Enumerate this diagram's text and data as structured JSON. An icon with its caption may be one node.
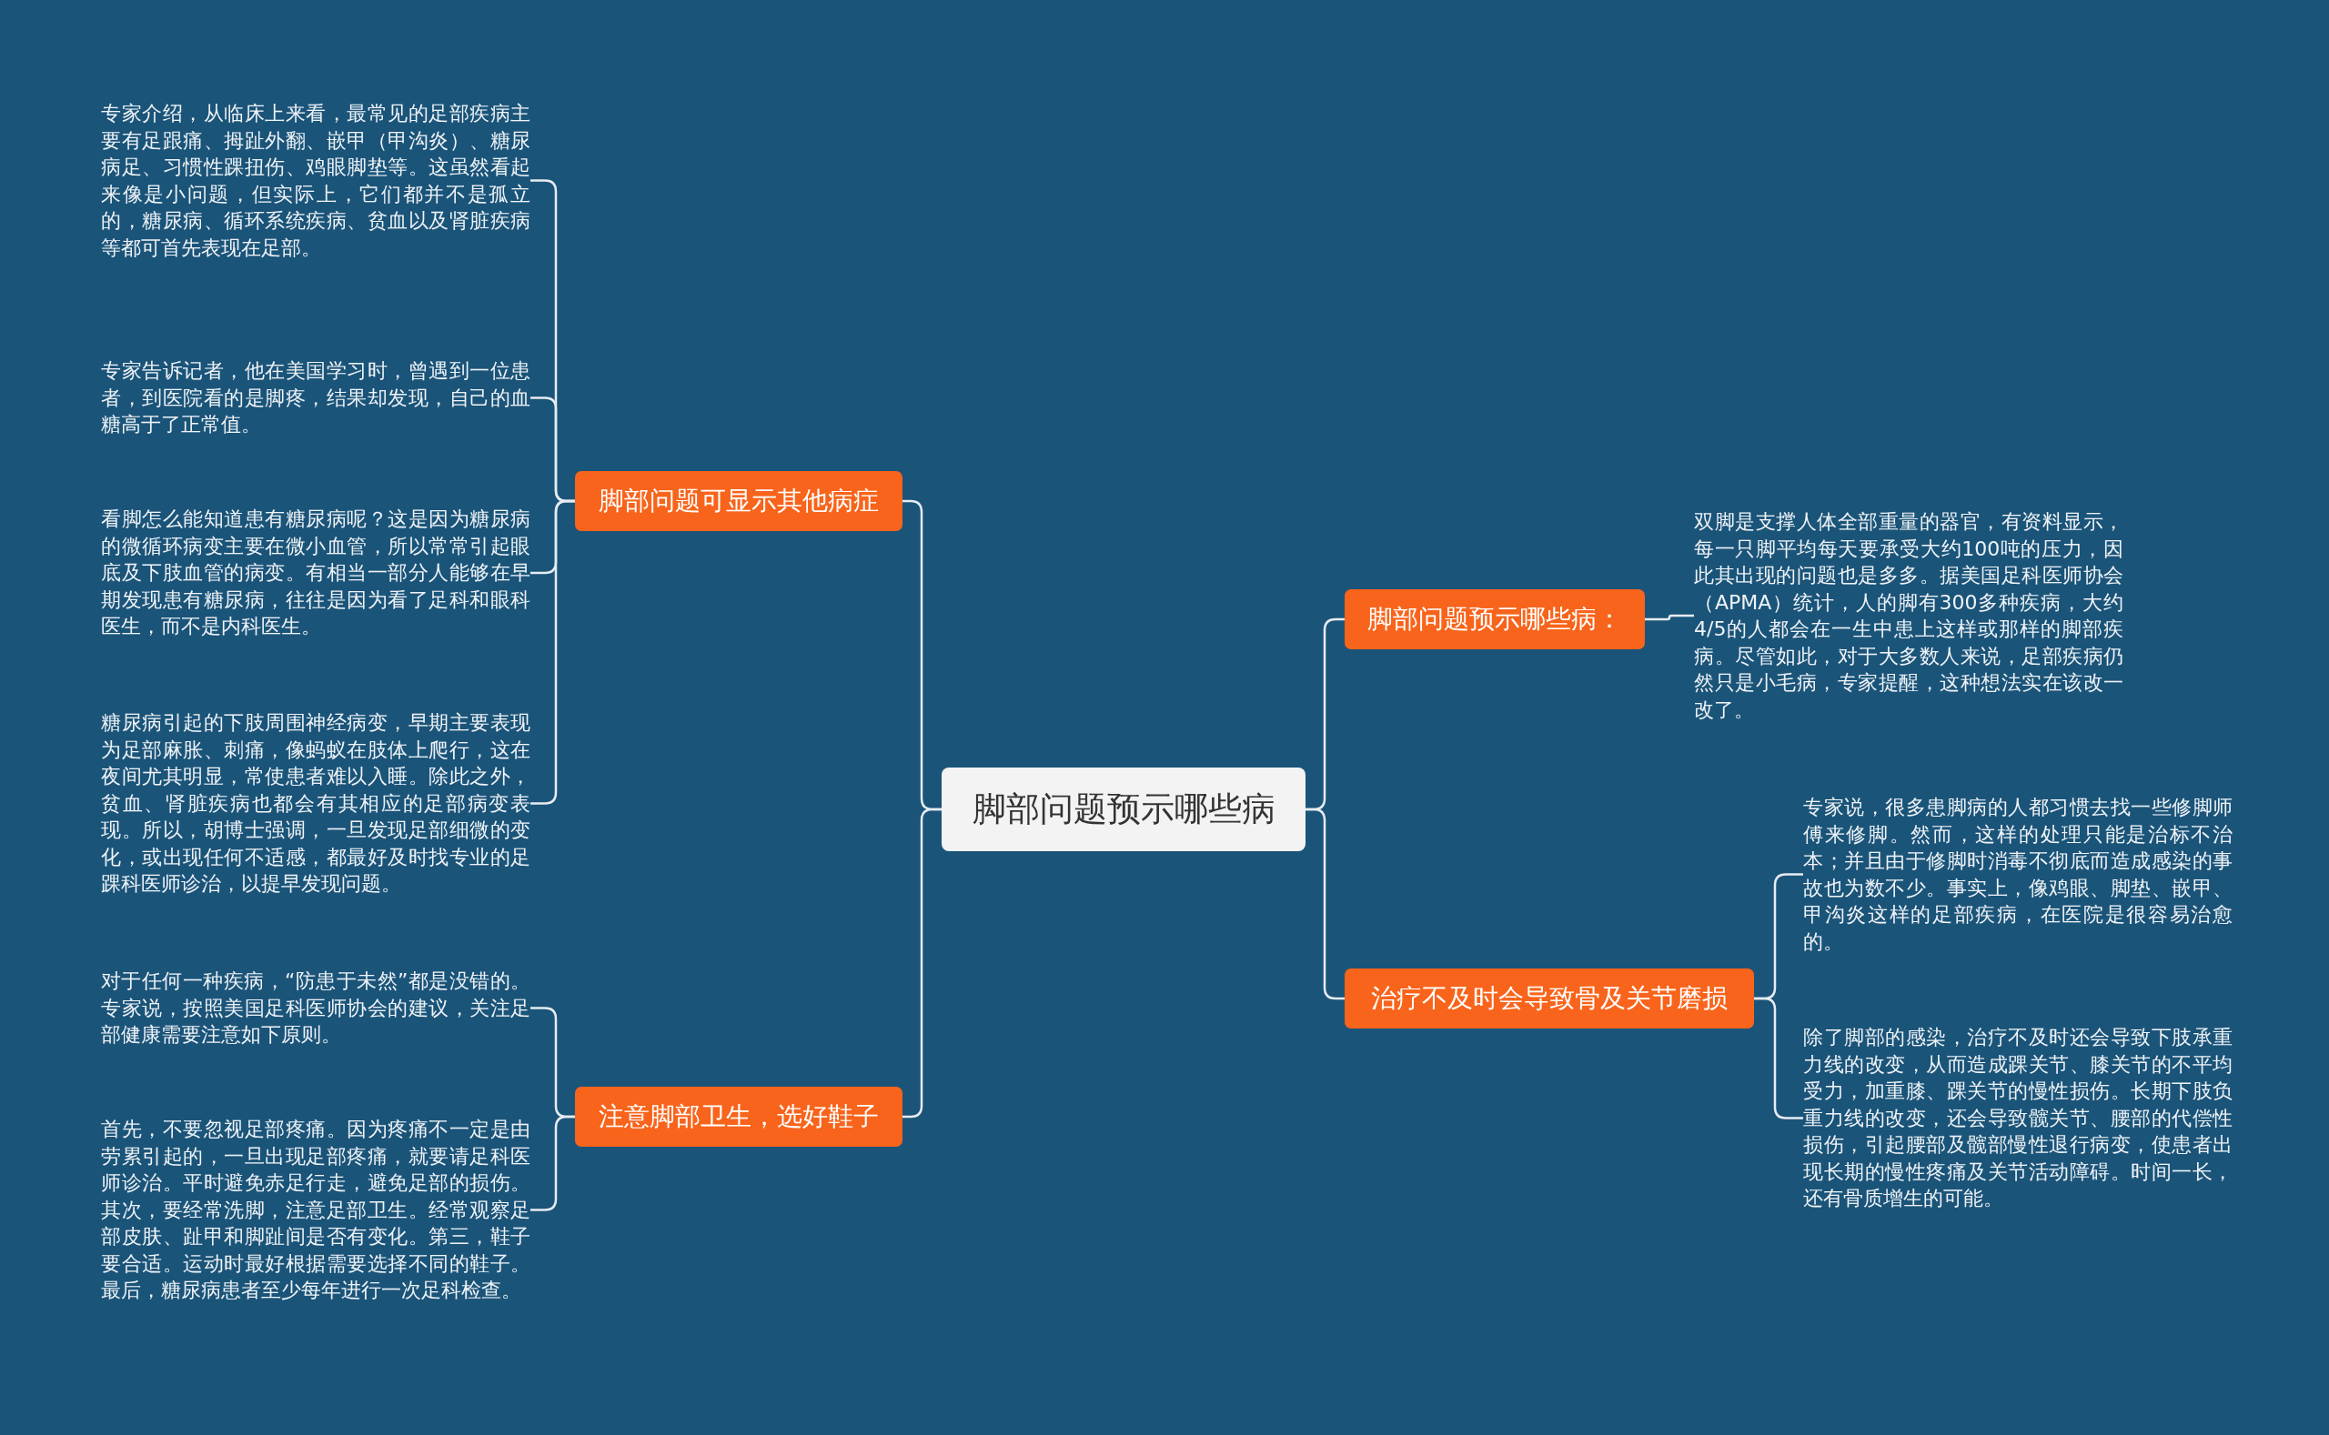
{
  "diagram": {
    "nodes": [
      {
        "text": [
          "脚部问题预示哪些病"
        ]
      },
      {
        "text": [
          "脚部问题可显示其他病症"
        ]
      },
      {
        "text": [
          "专家介绍，从临床上来看，最常见的足部疾病主要有足跟痛、拇趾外翻、嵌甲（甲沟炎）、糖尿病足、习惯性踝扭伤、鸡眼脚垫等。这虽然看起来像是小问题，但实际上，它们都并不是孤立的，糖尿病、循环系统疾病、贫血以及肾脏疾病等都可首先表现在足部。"
        ]
      },
      {
        "text": [
          "专家告诉记者，他在美国学习时，曾遇到一位患者，到医院看的是脚疼，结果却发现，自己的血糖高于了正常值。"
        ]
      },
      {
        "text": [
          "看脚怎么能知道患有糖尿病呢？这是因为糖尿病的微循环病变主要在微小血管，所以常常引起眼底及下肢血管的病变。有相当一部分人能够在早期发现患有糖尿病，往往是因为看了足科和眼科医生，而不是内科医生。"
        ]
      },
      {
        "text": [
          "糖尿病引起的下肢周围神经病变，早期主要表现为足部麻胀、刺痛，像蚂蚁在肢体上爬行，这在夜间尤其明显，常使患者难以入睡。除此之外，贫血、肾脏疾病也都会有其相应的足部病变表现。所以，胡博士强调，一旦发现足部细微的变化，或出现任何不适感，都最好及时找专业的足踝科医师诊治，以提早发现问题。"
        ]
      },
      {
        "text": [
          "注意脚部卫生，选好鞋子"
        ]
      },
      {
        "text": [
          "对于任何一种疾病，“防患于未然”都是没错的。专家说，按照美国足科医师协会的建议，关注足部健康需要注意如下原则。"
        ]
      },
      {
        "text": [
          "首先，不要忽视足部疼痛。因为疼痛不一定是由劳累引起的，一旦出现足部疼痛，就要请足科医师诊治。平时避免赤足行走，避免足部的损伤。其次，要经常洗脚，注意足部卫生。经常观察足部皮肤、趾甲和脚趾间是否有变化。第三，鞋子要合适。运动时最好根据需要选择不同的鞋子。最后，糖尿病患者至少每年进行一次足科检查。"
        ]
      },
      {
        "text": [
          "脚部问题预示哪些病："
        ]
      },
      {
        "text": [
          "双脚是支撑人体全部重量的器官，有资料显示，每一只脚平均每天要承受大约100吨的压力，因此其出现的问题也是多多。据美国足科医师协会（APMA）统计，人的脚有300多种疾病，大约4/5的人都会在一生中患上这样或那样的脚部疾病。尽管如此，对于大多数人来说，足部疾病仍然只是小毛病，专家提醒，这种想法实在该改一改了。"
        ]
      },
      {
        "text": [
          "治疗不及时会导致骨及关节磨损"
        ]
      },
      {
        "text": [
          "专家说，很多患脚病的人都习惯去找一些修脚师傅来修脚。然而，这样的处理只能是治标不治本；并且由于修脚时消毒不彻底而造成感染的事故也为数不少。事实上，像鸡眼、脚垫、嵌甲、甲沟炎这样的足部疾病，在医院是很容易治愈的。"
        ]
      },
      {
        "text": [
          "除了脚部的感染，治疗不及时还会导致下肢承重力线的改变，从而造成踝关节、膝关节的不平均受力，加重膝、踝关节的慢性损伤。长期下肢负重力线的改变，还会导致髋关节、腰部的代偿性损伤，引起腰部及髋部慢性退行病变，使患者出现长期的慢性疼痛及关节活动障碍。时间一长，还有骨质增生的可能。"
        ]
      }
    ],
    "edges": [
      {
        "from": 0,
        "to": 1,
        "arrow": "none"
      },
      {
        "from": 0,
        "to": 6,
        "arrow": "none"
      },
      {
        "from": 0,
        "to": 9,
        "arrow": "none"
      },
      {
        "from": 0,
        "to": 11,
        "arrow": "none"
      },
      {
        "from": 1,
        "to": 2,
        "arrow": "none"
      },
      {
        "from": 1,
        "to": 3,
        "arrow": "none"
      },
      {
        "from": 1,
        "to": 4,
        "arrow": "none"
      },
      {
        "from": 1,
        "to": 5,
        "arrow": "none"
      },
      {
        "from": 6,
        "to": 7,
        "arrow": "none"
      },
      {
        "from": 6,
        "to": 8,
        "arrow": "none"
      },
      {
        "from": 9,
        "to": 10,
        "arrow": "none"
      },
      {
        "from": 11,
        "to": 12,
        "arrow": "none"
      },
      {
        "from": 11,
        "to": 13,
        "arrow": "none"
      }
    ]
  }
}
